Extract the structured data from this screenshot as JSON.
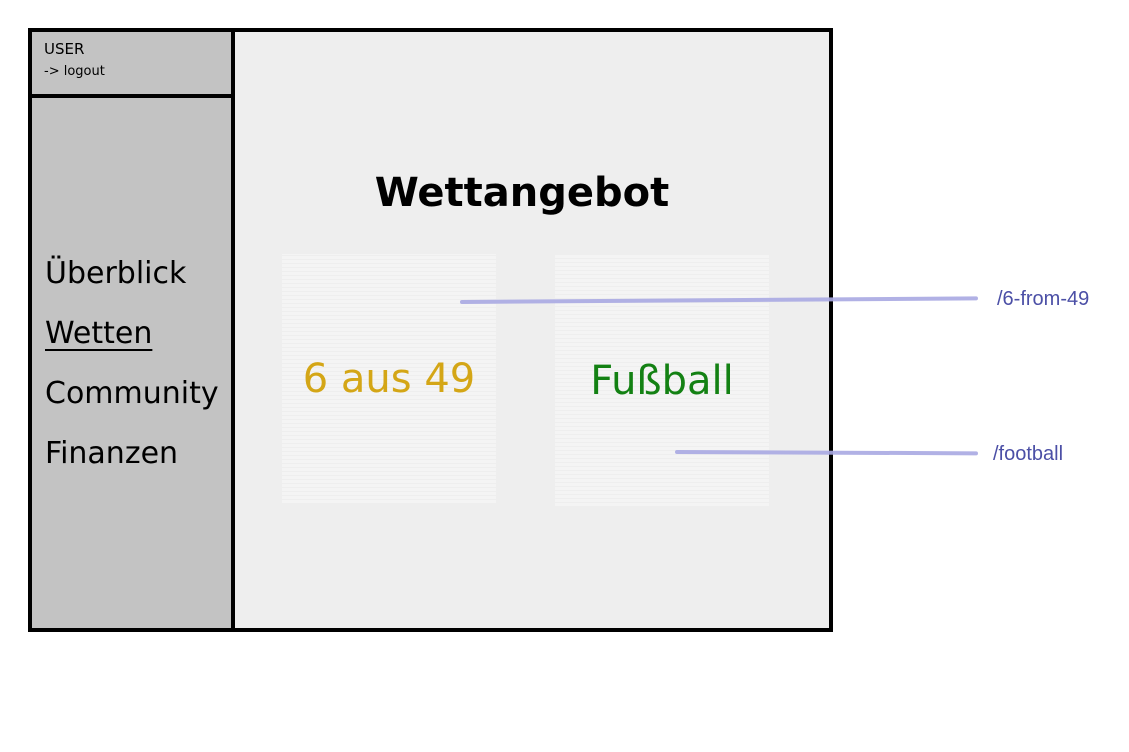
{
  "user": {
    "name": "USER",
    "logout_label": "-> logout"
  },
  "sidebar": {
    "items": [
      {
        "label": "Überblick",
        "active": false
      },
      {
        "label": "Wetten",
        "active": true
      },
      {
        "label": "Community",
        "active": false
      },
      {
        "label": "Finanzen",
        "active": false
      }
    ]
  },
  "main": {
    "title": "Wettangebot",
    "cards": [
      {
        "label": "6 aus 49",
        "color": "#d4a616"
      },
      {
        "label": "Fußball",
        "color": "#138113"
      }
    ]
  },
  "annotations": [
    {
      "text": "/6-from-49"
    },
    {
      "text": "/football"
    }
  ]
}
